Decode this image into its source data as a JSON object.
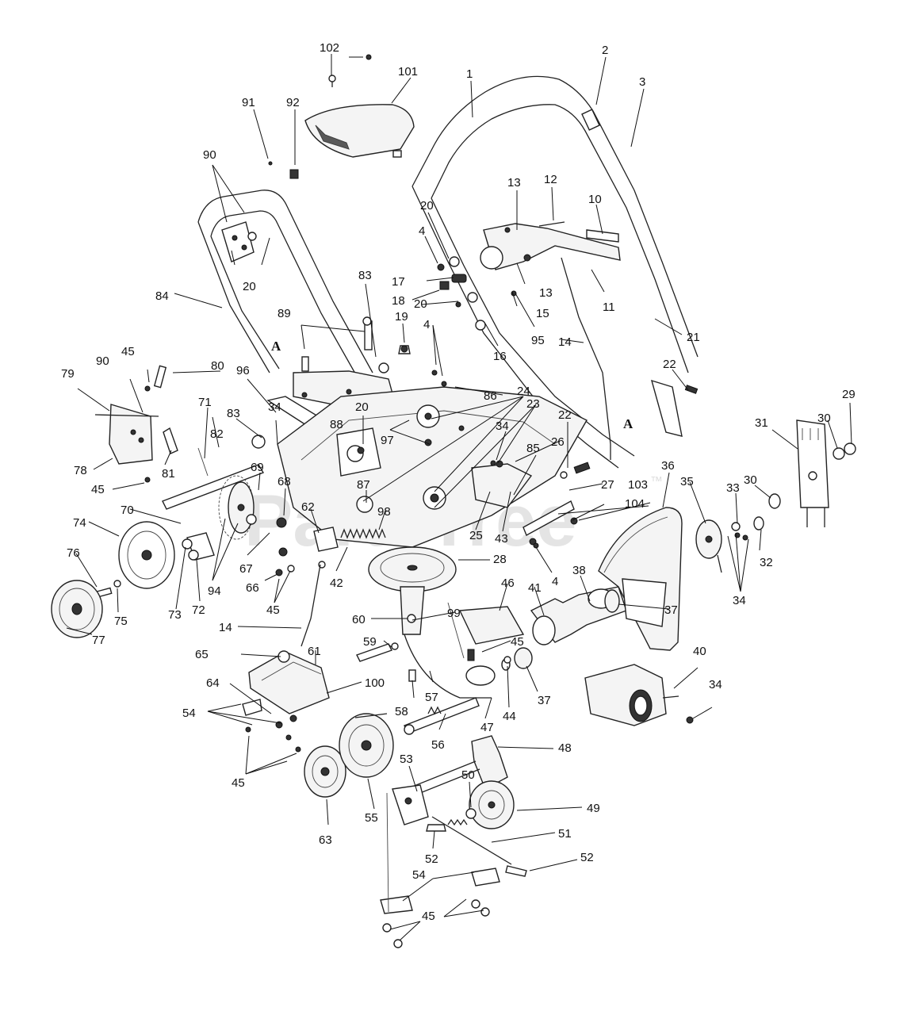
{
  "watermark": {
    "text": "PartsTree",
    "mark": "™"
  },
  "ref_letter": "A",
  "labels": [
    {
      "id": "l102",
      "text": "102"
    },
    {
      "id": "l101",
      "text": "101"
    },
    {
      "id": "l1",
      "text": "1"
    },
    {
      "id": "l2",
      "text": "2"
    },
    {
      "id": "l3",
      "text": "3"
    },
    {
      "id": "l91",
      "text": "91"
    },
    {
      "id": "l92",
      "text": "92"
    },
    {
      "id": "l90a",
      "text": "90"
    },
    {
      "id": "l13a",
      "text": "13"
    },
    {
      "id": "l12",
      "text": "12"
    },
    {
      "id": "l20a",
      "text": "20"
    },
    {
      "id": "l10",
      "text": "10"
    },
    {
      "id": "l4a",
      "text": "4"
    },
    {
      "id": "l20b",
      "text": "20"
    },
    {
      "id": "l83a",
      "text": "83"
    },
    {
      "id": "l17",
      "text": "17"
    },
    {
      "id": "l18",
      "text": "18"
    },
    {
      "id": "l20c",
      "text": "20"
    },
    {
      "id": "l13b",
      "text": "13"
    },
    {
      "id": "l11",
      "text": "11"
    },
    {
      "id": "l84",
      "text": "84"
    },
    {
      "id": "l15",
      "text": "15"
    },
    {
      "id": "l89",
      "text": "89"
    },
    {
      "id": "l19",
      "text": "19"
    },
    {
      "id": "l4b",
      "text": "4"
    },
    {
      "id": "l95",
      "text": "95"
    },
    {
      "id": "l21",
      "text": "21"
    },
    {
      "id": "l14a",
      "text": "14"
    },
    {
      "id": "l16",
      "text": "16"
    },
    {
      "id": "l45a",
      "text": "45"
    },
    {
      "id": "l90b",
      "text": "90"
    },
    {
      "id": "l80",
      "text": "80"
    },
    {
      "id": "l96",
      "text": "96"
    },
    {
      "id": "l22a",
      "text": "22"
    },
    {
      "id": "l79",
      "text": "79"
    },
    {
      "id": "l86",
      "text": "86"
    },
    {
      "id": "l24",
      "text": "24"
    },
    {
      "id": "l29",
      "text": "29"
    },
    {
      "id": "l71",
      "text": "71"
    },
    {
      "id": "l83b",
      "text": "83"
    },
    {
      "id": "l34a",
      "text": "34"
    },
    {
      "id": "l20d",
      "text": "20"
    },
    {
      "id": "l23",
      "text": "23"
    },
    {
      "id": "l30a",
      "text": "30"
    },
    {
      "id": "l22b",
      "text": "22"
    },
    {
      "id": "l31",
      "text": "31"
    },
    {
      "id": "l82",
      "text": "82"
    },
    {
      "id": "l88",
      "text": "88"
    },
    {
      "id": "l97",
      "text": "97"
    },
    {
      "id": "l34b",
      "text": "34"
    },
    {
      "id": "l81",
      "text": "81"
    },
    {
      "id": "l78",
      "text": "78"
    },
    {
      "id": "l26",
      "text": "26"
    },
    {
      "id": "l85",
      "text": "85"
    },
    {
      "id": "l36",
      "text": "36"
    },
    {
      "id": "l45b",
      "text": "45"
    },
    {
      "id": "l69",
      "text": "69"
    },
    {
      "id": "l35",
      "text": "35"
    },
    {
      "id": "l30b",
      "text": "30"
    },
    {
      "id": "l33",
      "text": "33"
    },
    {
      "id": "l68",
      "text": "68"
    },
    {
      "id": "l87",
      "text": "87"
    },
    {
      "id": "l27",
      "text": "27"
    },
    {
      "id": "l103",
      "text": "103"
    },
    {
      "id": "l70",
      "text": "70"
    },
    {
      "id": "l62",
      "text": "62"
    },
    {
      "id": "l98",
      "text": "98"
    },
    {
      "id": "l104",
      "text": "104"
    },
    {
      "id": "l74",
      "text": "74"
    },
    {
      "id": "l25",
      "text": "25"
    },
    {
      "id": "l43",
      "text": "43"
    },
    {
      "id": "l28",
      "text": "28"
    },
    {
      "id": "l32",
      "text": "32"
    },
    {
      "id": "l76",
      "text": "76"
    },
    {
      "id": "l67",
      "text": "67"
    },
    {
      "id": "l42",
      "text": "42"
    },
    {
      "id": "l4c",
      "text": "4"
    },
    {
      "id": "l38",
      "text": "38"
    },
    {
      "id": "l34c",
      "text": "34"
    },
    {
      "id": "l94",
      "text": "94"
    },
    {
      "id": "l66",
      "text": "66"
    },
    {
      "id": "l46",
      "text": "46"
    },
    {
      "id": "l41",
      "text": "41"
    },
    {
      "id": "l73",
      "text": "73"
    },
    {
      "id": "l72",
      "text": "72"
    },
    {
      "id": "l45c",
      "text": "45"
    },
    {
      "id": "l75",
      "text": "75"
    },
    {
      "id": "l37a",
      "text": "37"
    },
    {
      "id": "l60",
      "text": "60"
    },
    {
      "id": "l99",
      "text": "99"
    },
    {
      "id": "l14b",
      "text": "14"
    },
    {
      "id": "l77",
      "text": "77"
    },
    {
      "id": "l45d",
      "text": "45"
    },
    {
      "id": "l59",
      "text": "59"
    },
    {
      "id": "l65",
      "text": "65"
    },
    {
      "id": "l61",
      "text": "61"
    },
    {
      "id": "l40",
      "text": "40"
    },
    {
      "id": "l100",
      "text": "100"
    },
    {
      "id": "l57",
      "text": "57"
    },
    {
      "id": "l37b",
      "text": "37"
    },
    {
      "id": "l64",
      "text": "64"
    },
    {
      "id": "l58",
      "text": "58"
    },
    {
      "id": "l34d",
      "text": "34"
    },
    {
      "id": "l44",
      "text": "44"
    },
    {
      "id": "l54a",
      "text": "54"
    },
    {
      "id": "l47",
      "text": "47"
    },
    {
      "id": "l56",
      "text": "56"
    },
    {
      "id": "l48",
      "text": "48"
    },
    {
      "id": "l53",
      "text": "53"
    },
    {
      "id": "l45e",
      "text": "45"
    },
    {
      "id": "l50",
      "text": "50"
    },
    {
      "id": "l49",
      "text": "49"
    },
    {
      "id": "l55",
      "text": "55"
    },
    {
      "id": "l63",
      "text": "63"
    },
    {
      "id": "l51",
      "text": "51"
    },
    {
      "id": "l52a",
      "text": "52"
    },
    {
      "id": "l52b",
      "text": "52"
    },
    {
      "id": "l54b",
      "text": "54"
    },
    {
      "id": "l45f",
      "text": "45"
    }
  ]
}
